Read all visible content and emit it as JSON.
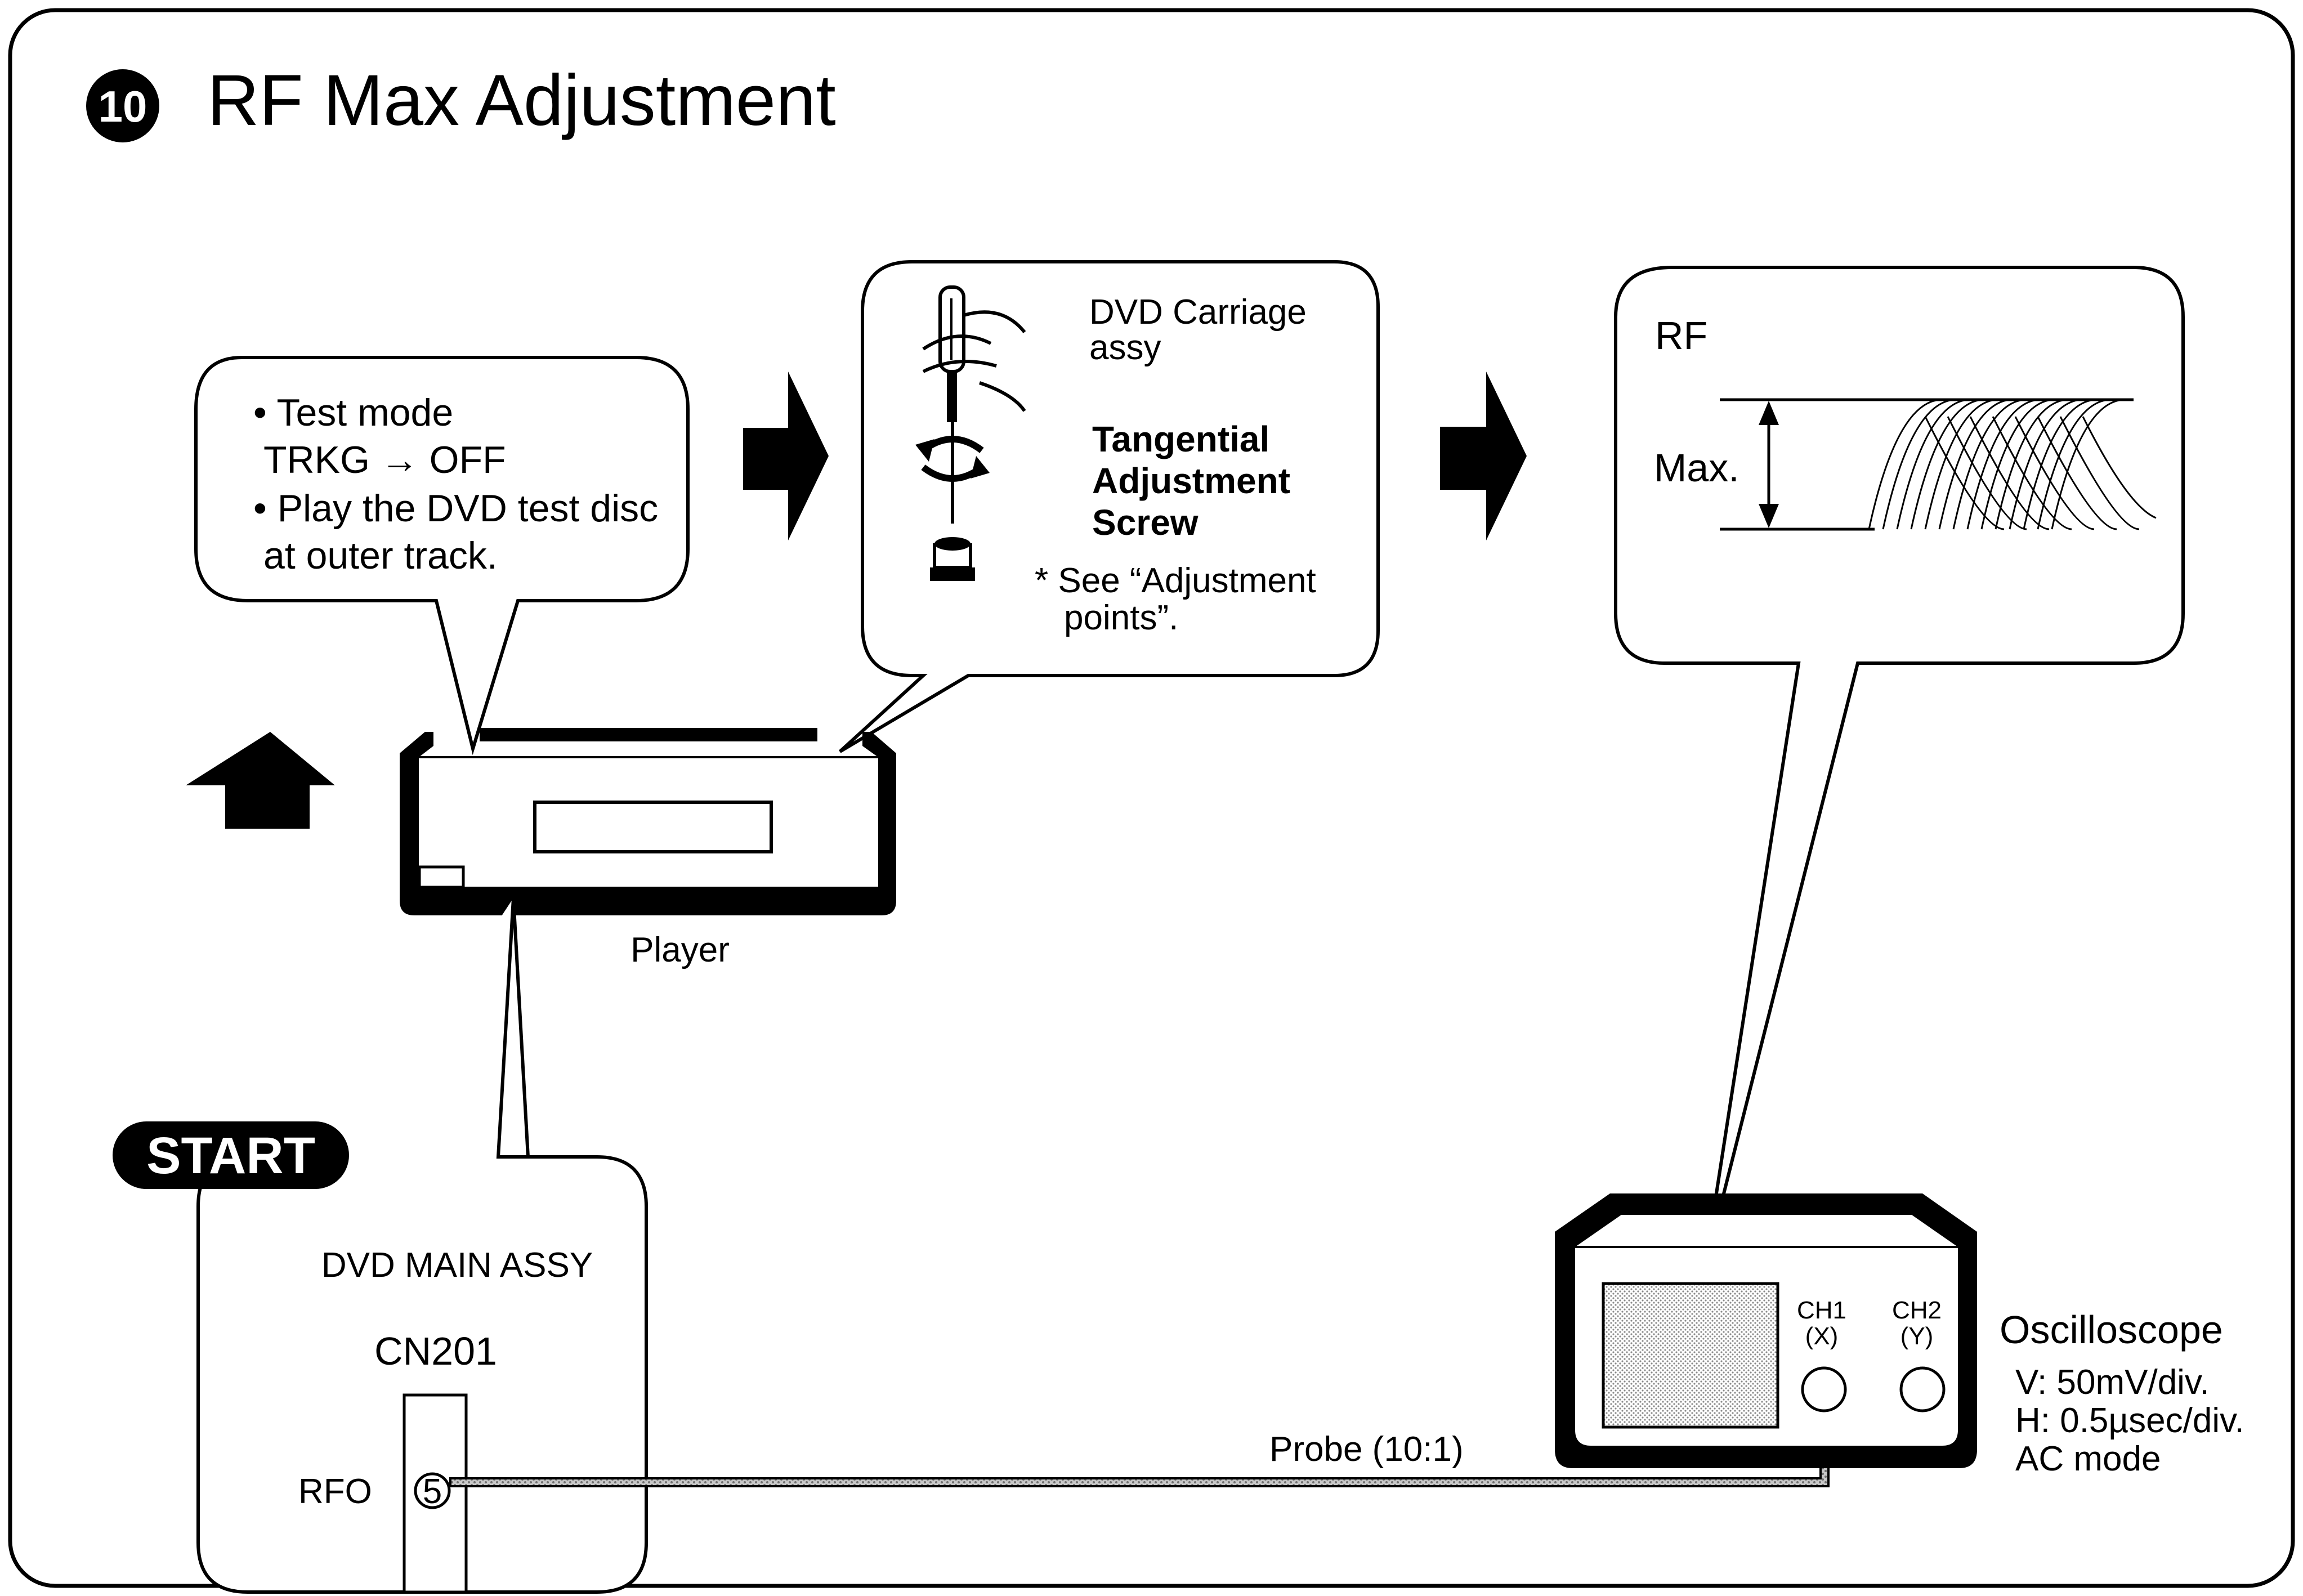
{
  "title": {
    "number": "10",
    "text": "RF Max Adjustment"
  },
  "test_mode_bubble": {
    "line1": "• Test mode",
    "line2": "TRKG  → OFF",
    "line3": "• Play the DVD test disc",
    "line4": "at outer track."
  },
  "carriage_bubble": {
    "part_line1": "DVD Carriage",
    "part_line2": "assy",
    "screw_line1": "Tangential",
    "screw_line2": "Adjustment",
    "screw_line3": "Screw",
    "note_line1": "* See “Adjustment",
    "note_line2": "points”."
  },
  "rf_bubble": {
    "label": "RF",
    "max_label": "Max."
  },
  "player": {
    "label": "Player"
  },
  "start_box": {
    "badge": "START",
    "assy": "DVD MAIN ASSY",
    "connector": "CN201",
    "pin_label": "RFO",
    "pin_number": "5"
  },
  "oscilloscope": {
    "label": "Oscilloscope",
    "ch1_line1": "CH1",
    "ch1_line2": "(X)",
    "ch2_line1": "CH2",
    "ch2_line2": "(Y)",
    "setting_v": "V: 50mV/div.",
    "setting_h": "H: 0.5µsec/div.",
    "setting_mode": "AC mode"
  },
  "probe": {
    "label": "Probe (10:1)"
  },
  "icons": [
    "step-number-badge",
    "right-arrow-icon",
    "up-arrow-icon",
    "screwdriver-icon",
    "rotate-icon"
  ]
}
